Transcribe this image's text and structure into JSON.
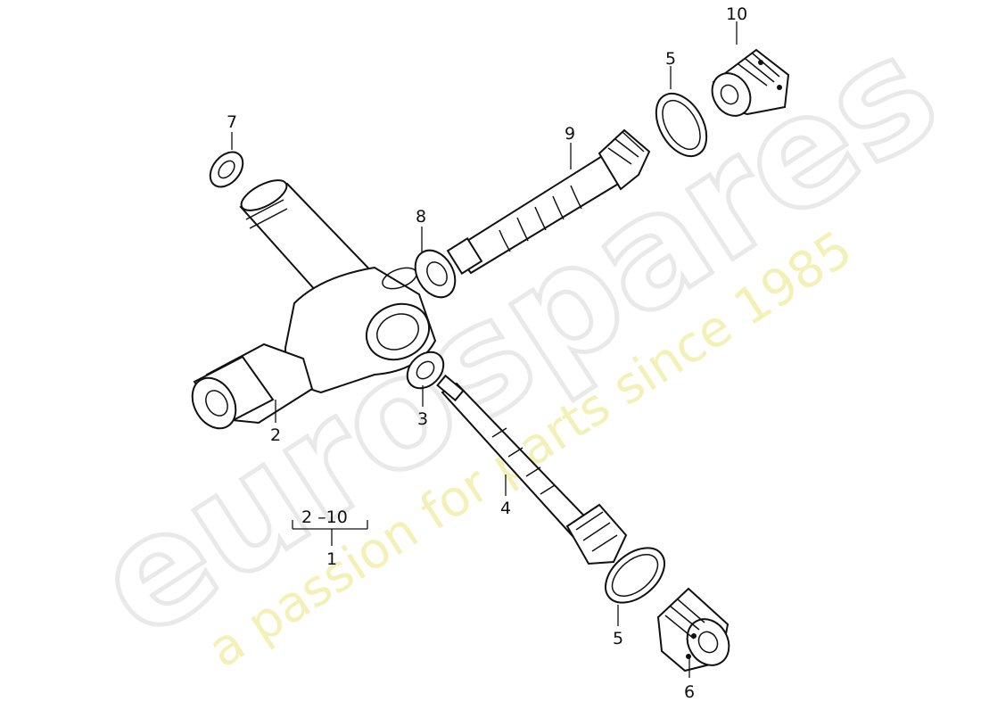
{
  "watermark": {
    "brand": "eurospares",
    "tagline": "a passion for parts since 1985"
  },
  "callouts": [
    {
      "id": "c1",
      "label": "1"
    },
    {
      "id": "c2",
      "label": "2"
    },
    {
      "id": "c3",
      "label": "3"
    },
    {
      "id": "c4",
      "label": "4"
    },
    {
      "id": "c5a",
      "label": "5"
    },
    {
      "id": "c5b",
      "label": "5"
    },
    {
      "id": "c6",
      "label": "6"
    },
    {
      "id": "c7",
      "label": "7"
    },
    {
      "id": "c8",
      "label": "8"
    },
    {
      "id": "c9",
      "label": "9"
    },
    {
      "id": "c10",
      "label": "10"
    }
  ],
  "group_range": "2 –10"
}
